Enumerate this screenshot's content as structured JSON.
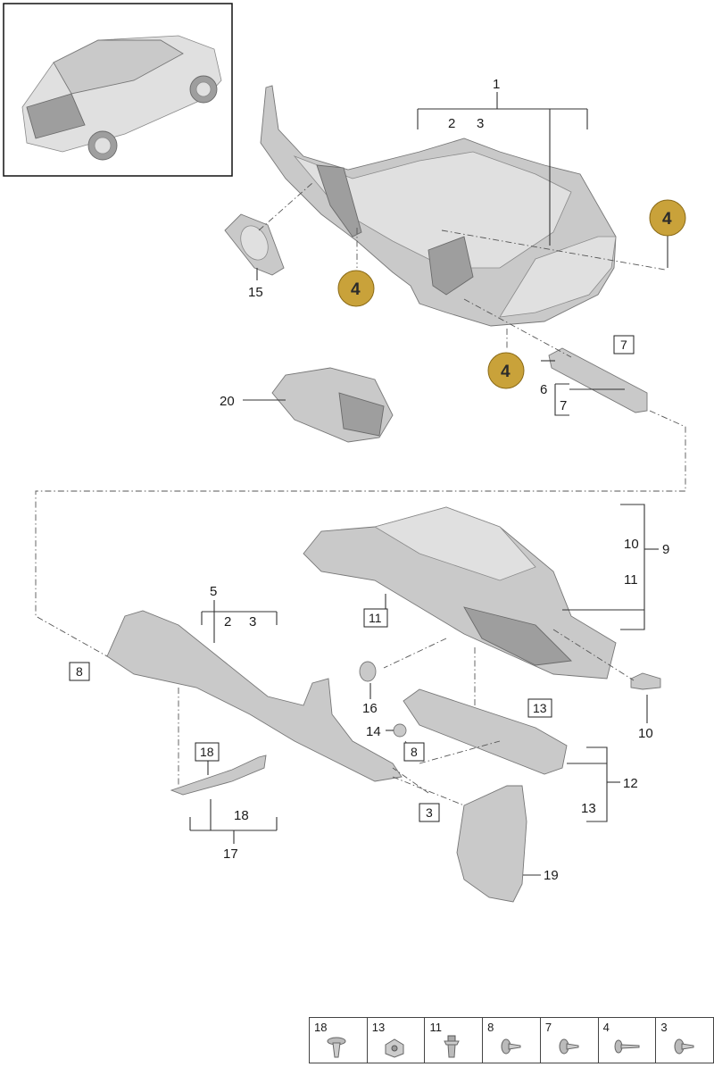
{
  "callouts": [
    {
      "id": "c1",
      "text": "1"
    },
    {
      "id": "c1-2",
      "text": "2"
    },
    {
      "id": "c1-3",
      "text": "3"
    },
    {
      "id": "c15",
      "text": "15"
    },
    {
      "id": "c20",
      "text": "20"
    },
    {
      "id": "c6",
      "text": "6"
    },
    {
      "id": "c6-7",
      "text": "7"
    },
    {
      "id": "c5",
      "text": "5"
    },
    {
      "id": "c5-2",
      "text": "2"
    },
    {
      "id": "c5-3",
      "text": "3"
    },
    {
      "id": "c9",
      "text": "9"
    },
    {
      "id": "c9-10",
      "text": "10"
    },
    {
      "id": "c9-11",
      "text": "11"
    },
    {
      "id": "c16",
      "text": "16"
    },
    {
      "id": "c14",
      "text": "14"
    },
    {
      "id": "c10",
      "text": "10"
    },
    {
      "id": "c12",
      "text": "12"
    },
    {
      "id": "c12-13",
      "text": "13"
    },
    {
      "id": "c17",
      "text": "17"
    },
    {
      "id": "c17-18",
      "text": "18"
    },
    {
      "id": "c19",
      "text": "19"
    }
  ],
  "boxed_callouts": [
    {
      "id": "b7",
      "text": "7"
    },
    {
      "id": "b11",
      "text": "11"
    },
    {
      "id": "b8a",
      "text": "8"
    },
    {
      "id": "b8b",
      "text": "8"
    },
    {
      "id": "b13",
      "text": "13"
    },
    {
      "id": "b18",
      "text": "18"
    },
    {
      "id": "b3",
      "text": "3"
    }
  ],
  "badges": [
    {
      "id": "g1",
      "text": "4"
    },
    {
      "id": "g2",
      "text": "4"
    },
    {
      "id": "g3",
      "text": "4"
    }
  ],
  "legend": [
    {
      "num": "18",
      "icon": "push-clip-icon"
    },
    {
      "num": "13",
      "icon": "speed-nut-icon"
    },
    {
      "num": "11",
      "icon": "expanding-rivet-icon"
    },
    {
      "num": "8",
      "icon": "screw-icon"
    },
    {
      "num": "7",
      "icon": "screw-icon"
    },
    {
      "num": "4",
      "icon": "long-screw-icon"
    },
    {
      "num": "3",
      "icon": "screw-icon"
    }
  ],
  "colors": {
    "badge": "#c9a23a",
    "part": "#c9c9c9"
  }
}
